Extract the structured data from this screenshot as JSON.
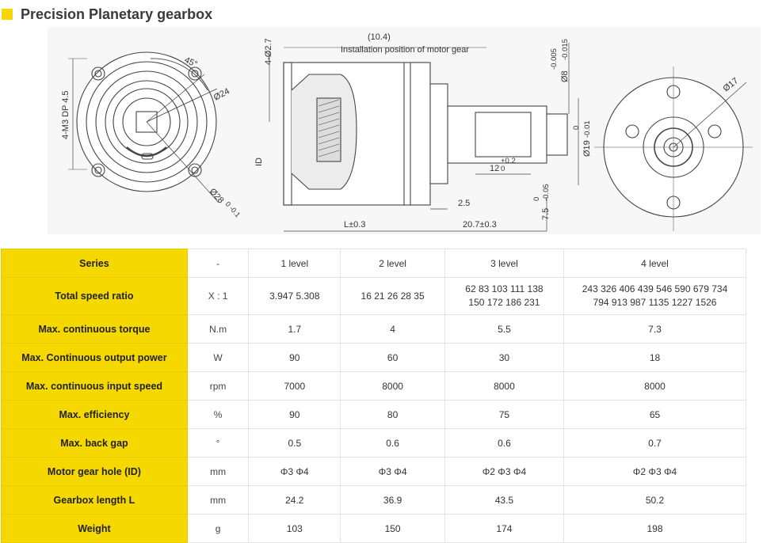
{
  "title": "Precision Planetary gearbox",
  "drawing": {
    "front_left": {
      "angle": "45°",
      "thread": "4-M3 DP 4.5",
      "pcd": "Ø24",
      "outer": "Ø28",
      "outer_tol": "0\n-0.1"
    },
    "side": {
      "label_top": "(10.4)",
      "label_install": "Installation position of motor gear",
      "holes": "4-Ø2.7",
      "id_label": "ID",
      "shaft_dia": "Ø8",
      "shaft_tol_top": "-0.005",
      "shaft_tol_bot": "-0.015",
      "pilot_dia": "Ø19",
      "pilot_tol_top": "0",
      "pilot_tol_bot": "-0.01",
      "key_len": "12",
      "key_tol_top": "+0.2",
      "key_tol_bot": "0",
      "flat": "7.5",
      "flat_tol_top": "0",
      "flat_tol_bot": "-0.05",
      "step": "2.5",
      "length": "L±0.3",
      "shaft_len": "20.7±0.3"
    },
    "front_right": {
      "dia": "Ø17"
    }
  },
  "table": {
    "header": {
      "label": "Series",
      "unit": "-",
      "cols": [
        "1 level",
        "2 level",
        "3 level",
        "4 level"
      ]
    },
    "rows": [
      {
        "label": "Total speed ratio",
        "unit": "X : 1",
        "vals": [
          "3.947 5.308",
          "16 21 26 28 35",
          "62 83 103 111 138\n150 172 186 231",
          "243 326 406 439 546 590 679 734\n794 913 987 1135 1227 1526"
        ]
      },
      {
        "label": "Max. continuous torque",
        "unit": "N.m",
        "vals": [
          "1.7",
          "4",
          "5.5",
          "7.3"
        ]
      },
      {
        "label": "Max. Continuous output power",
        "unit": "W",
        "vals": [
          "90",
          "60",
          "30",
          "18"
        ]
      },
      {
        "label": "Max. continuous input speed",
        "unit": "rpm",
        "vals": [
          "7000",
          "8000",
          "8000",
          "8000"
        ]
      },
      {
        "label": "Max. efficiency",
        "unit": "%",
        "vals": [
          "90",
          "80",
          "75",
          "65"
        ]
      },
      {
        "label": "Max. back gap",
        "unit": "°",
        "vals": [
          "0.5",
          "0.6",
          "0.6",
          "0.7"
        ]
      },
      {
        "label": "Motor gear hole (ID)",
        "unit": "mm",
        "vals": [
          "Φ3 Φ4",
          "Φ3 Φ4",
          "Φ2 Φ3 Φ4",
          "Φ2 Φ3 Φ4"
        ]
      },
      {
        "label": "Gearbox length L",
        "unit": "mm",
        "vals": [
          "24.2",
          "36.9",
          "43.5",
          "50.2"
        ]
      },
      {
        "label": "Weight",
        "unit": "g",
        "vals": [
          "103",
          "150",
          "174",
          "198"
        ]
      }
    ]
  }
}
